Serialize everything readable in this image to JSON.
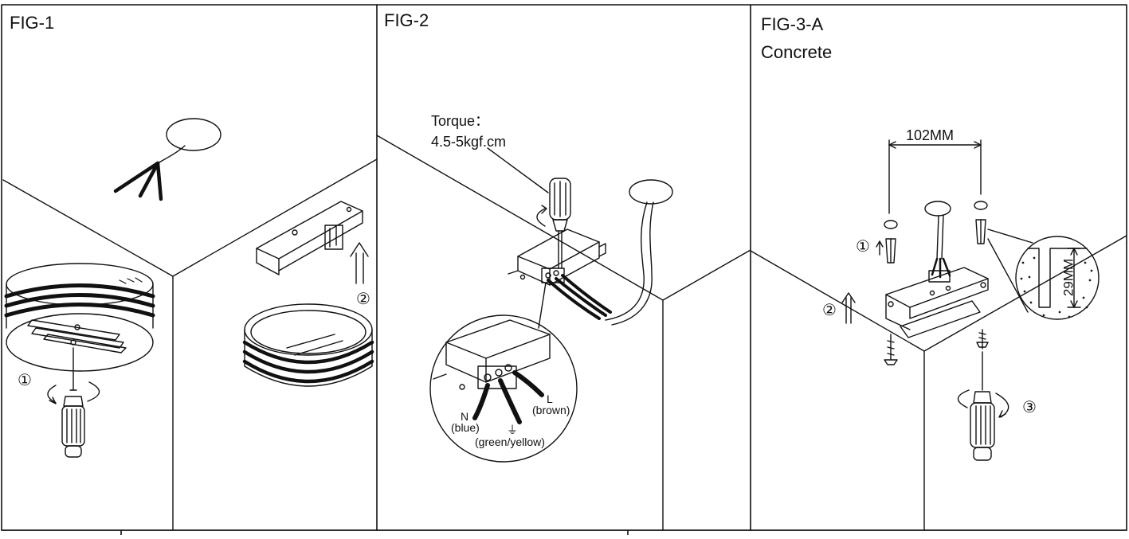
{
  "fig1": {
    "title": "FIG-1",
    "step1": "①",
    "step2": "②"
  },
  "fig2": {
    "title": "FIG-2",
    "torque_label": "Torque：",
    "torque_value": "4.5-5kgf.cm",
    "wire_n": "N",
    "wire_n_color": "(blue)",
    "wire_earth_symbol": "⏚",
    "wire_earth_color": "(green/yellow)",
    "wire_l": "L",
    "wire_l_color": "(brown)"
  },
  "fig3": {
    "title": "FIG-3-A",
    "subtitle": "Concrete",
    "spacing": "102MM",
    "depth": "29MM",
    "step1": "①",
    "step2": "②",
    "step3": "③"
  },
  "colors": {
    "line": "#111111",
    "background": "#ffffff"
  }
}
